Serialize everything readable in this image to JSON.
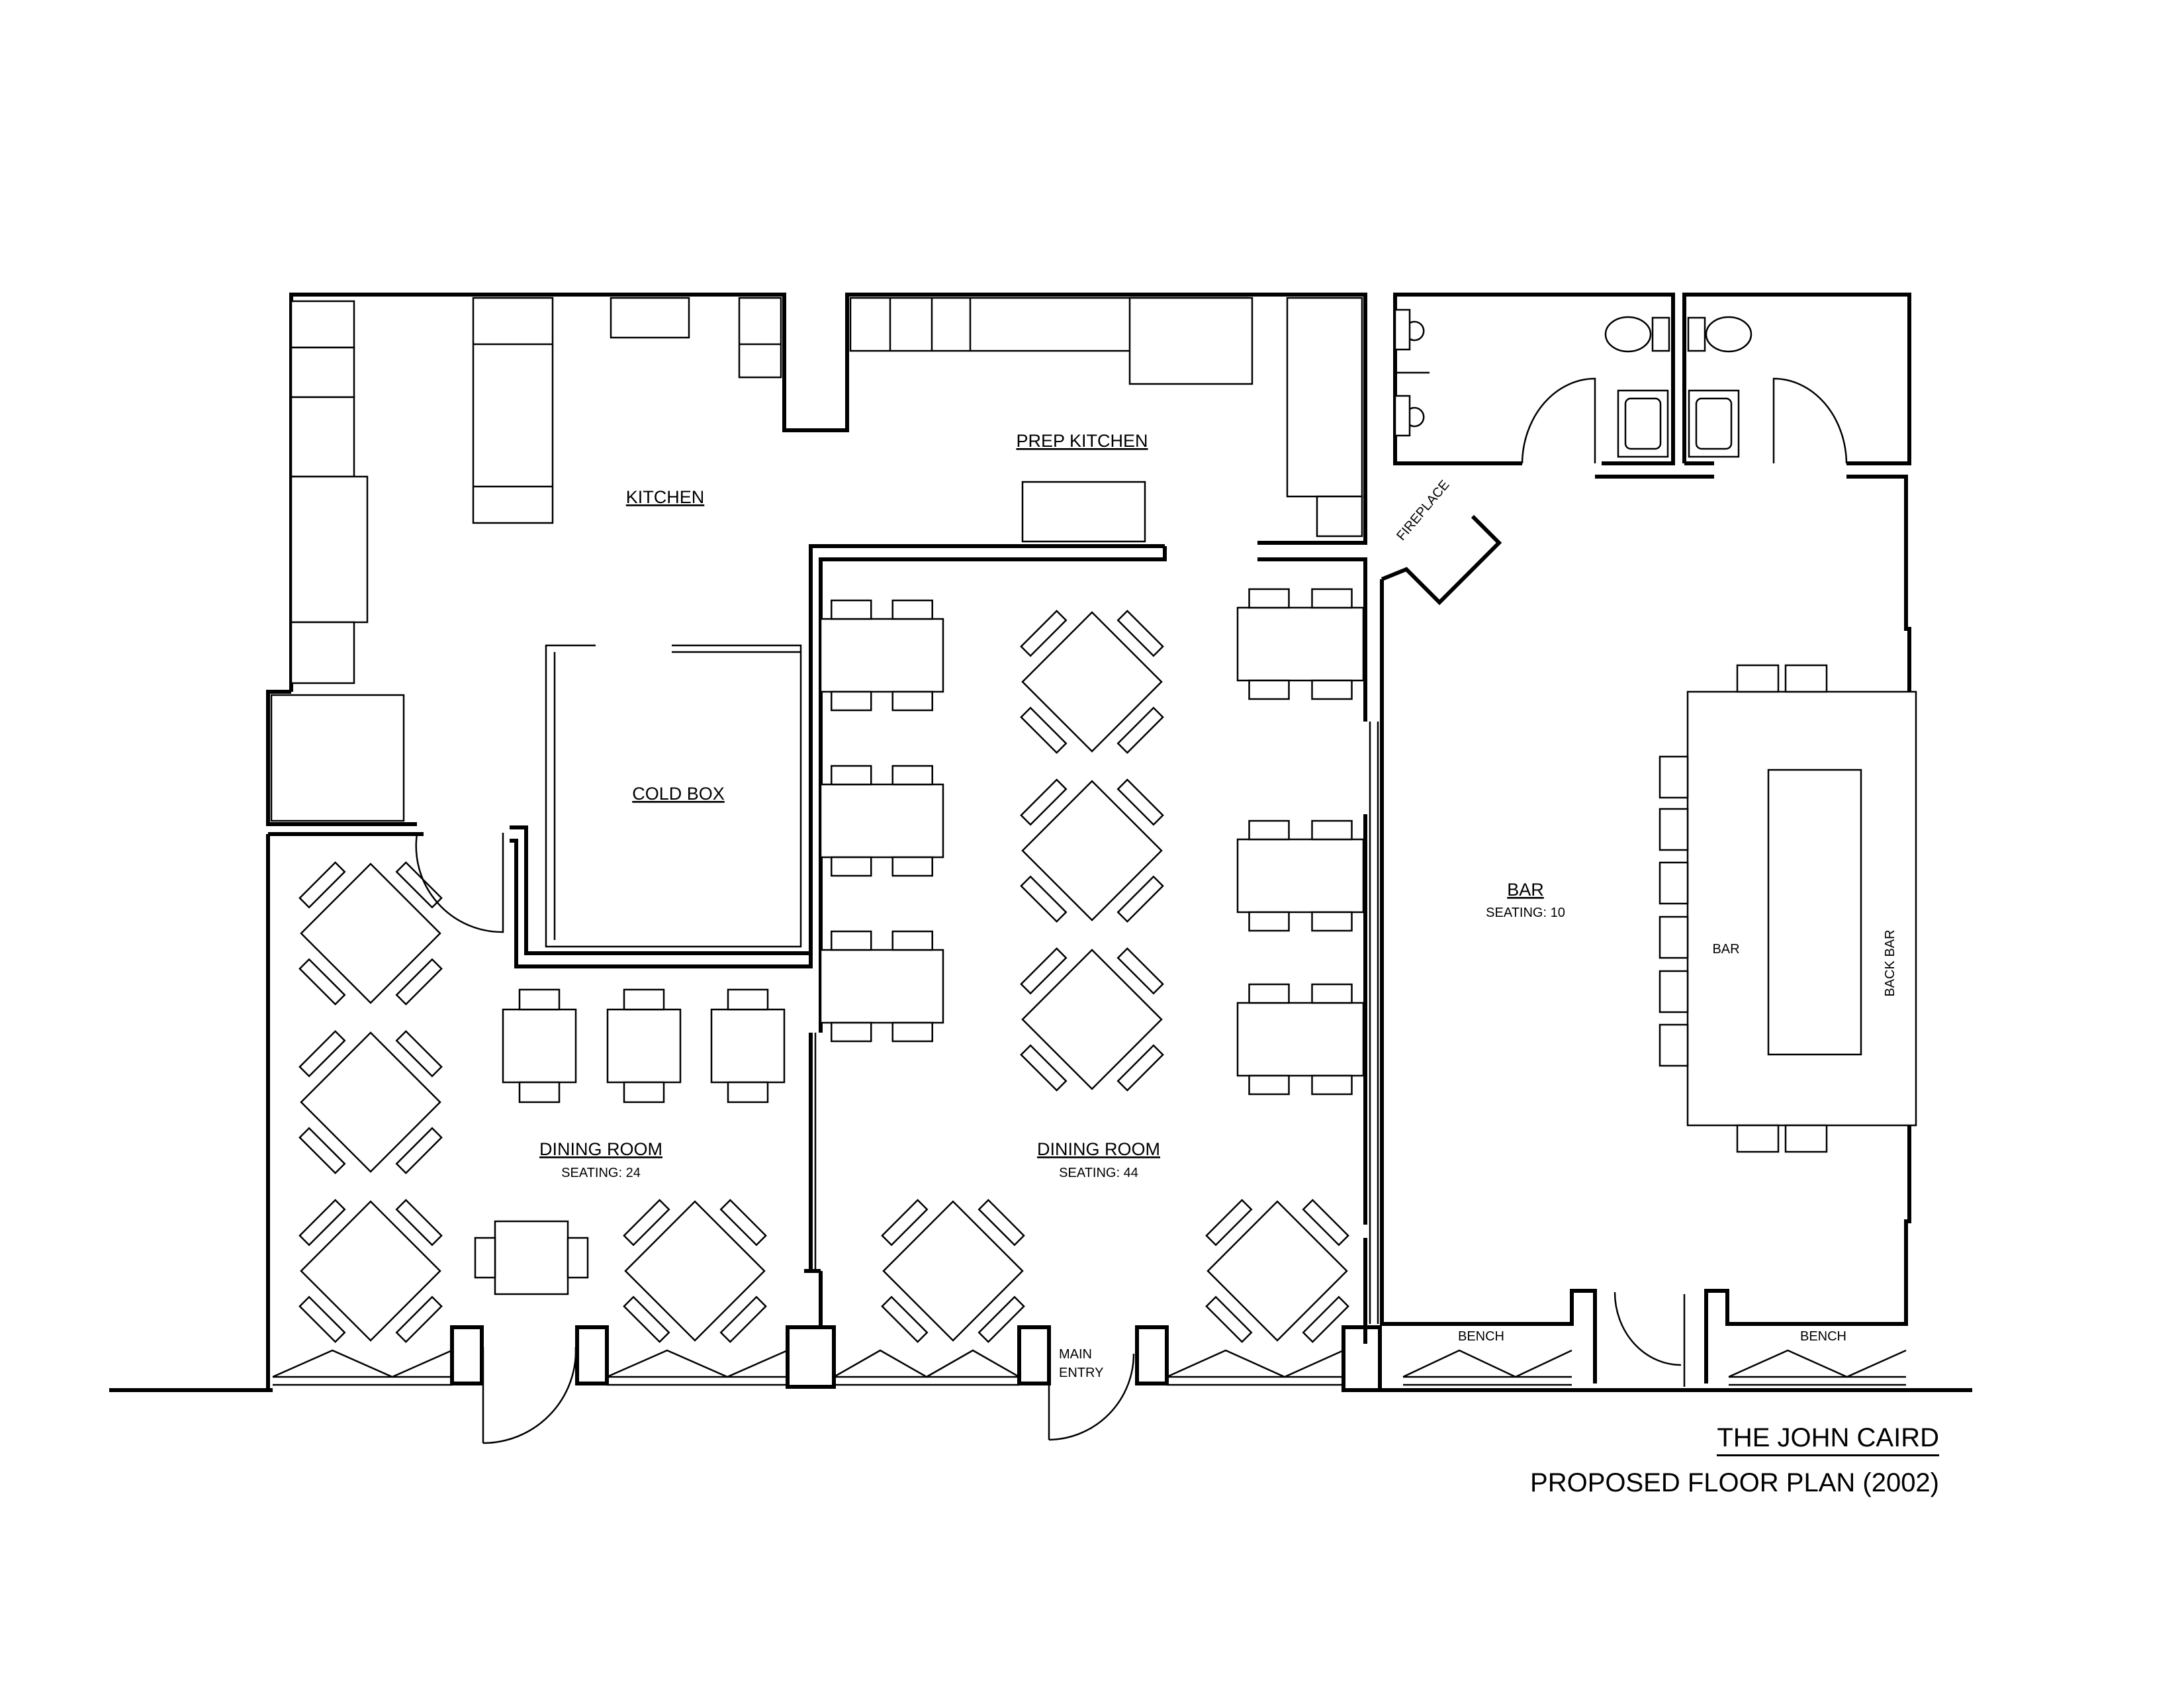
{
  "rooms": {
    "kitchen": "KITCHEN",
    "prep_kitchen": "PREP KITCHEN",
    "cold_box": "COLD BOX",
    "dining_left": "DINING ROOM",
    "dining_left_seating": "SEATING: 24",
    "dining_main": "DINING ROOM",
    "dining_main_seating": "SEATING: 44",
    "bar_room": "BAR",
    "bar_room_seating": "SEATING: 10",
    "bar_counter": "BAR",
    "back_bar": "BACK BAR",
    "fireplace": "FIREPLACE",
    "bench_left": "BENCH",
    "bench_right": "BENCH",
    "main_entry_line1": "MAIN",
    "main_entry_line2": "ENTRY"
  },
  "title_block": {
    "name": "THE JOHN CAIRD",
    "subtitle": "PROPOSED FLOOR PLAN (2002)"
  }
}
